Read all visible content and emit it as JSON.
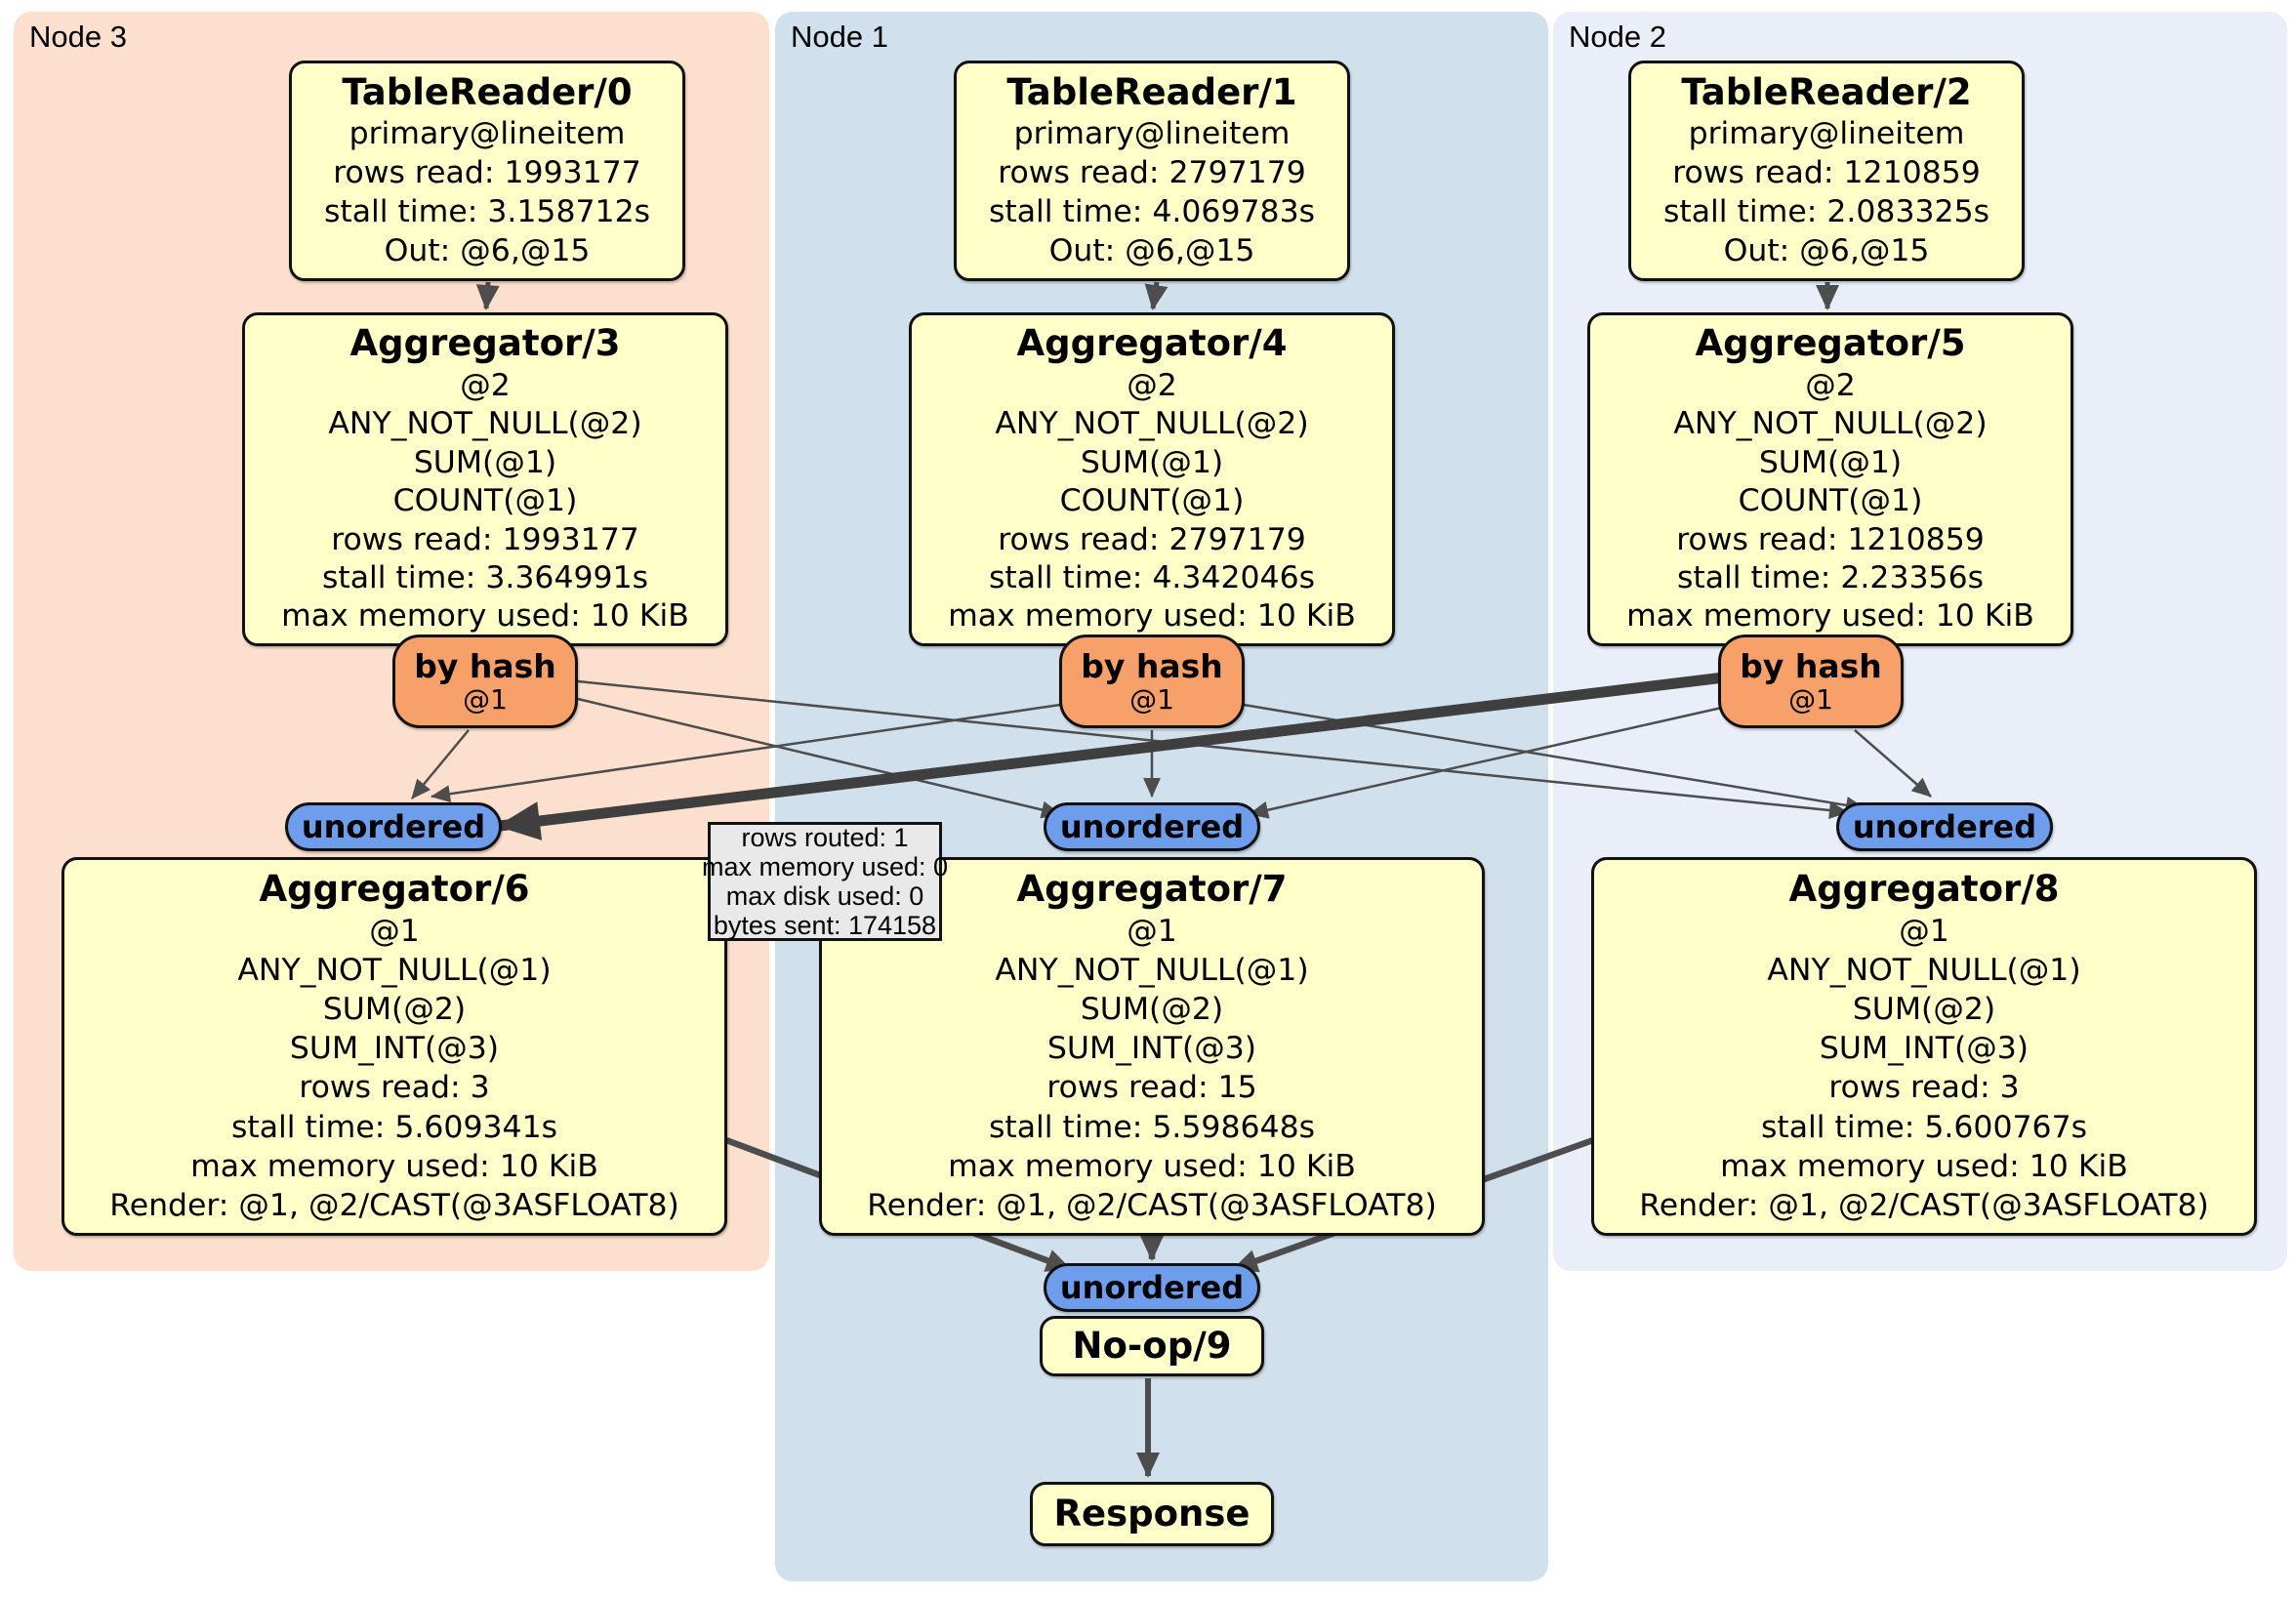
{
  "panels": {
    "node3": {
      "label": "Node 3"
    },
    "node1": {
      "label": "Node 1"
    },
    "node2": {
      "label": "Node 2"
    }
  },
  "nodes": {
    "tablereader0": {
      "title": "TableReader/0",
      "lines": [
        "primary@lineitem",
        "rows read: 1993177",
        "stall time: 3.158712s",
        "Out: @6,@15"
      ]
    },
    "tablereader1": {
      "title": "TableReader/1",
      "lines": [
        "primary@lineitem",
        "rows read: 2797179",
        "stall time: 4.069783s",
        "Out: @6,@15"
      ]
    },
    "tablereader2": {
      "title": "TableReader/2",
      "lines": [
        "primary@lineitem",
        "rows read: 1210859",
        "stall time: 2.083325s",
        "Out: @6,@15"
      ]
    },
    "aggregator3": {
      "title": "Aggregator/3",
      "lines": [
        "@2",
        "ANY_NOT_NULL(@2)",
        "SUM(@1)",
        "COUNT(@1)",
        "rows read: 1993177",
        "stall time: 3.364991s",
        "max memory used: 10 KiB"
      ]
    },
    "aggregator4": {
      "title": "Aggregator/4",
      "lines": [
        "@2",
        "ANY_NOT_NULL(@2)",
        "SUM(@1)",
        "COUNT(@1)",
        "rows read: 2797179",
        "stall time: 4.342046s",
        "max memory used: 10 KiB"
      ]
    },
    "aggregator5": {
      "title": "Aggregator/5",
      "lines": [
        "@2",
        "ANY_NOT_NULL(@2)",
        "SUM(@1)",
        "COUNT(@1)",
        "rows read: 1210859",
        "stall time: 2.23356s",
        "max memory used: 10 KiB"
      ]
    },
    "aggregator6": {
      "title": "Aggregator/6",
      "lines": [
        "@1",
        "ANY_NOT_NULL(@1)",
        "SUM(@2)",
        "SUM_INT(@3)",
        "rows read: 3",
        "stall time: 5.609341s",
        "max memory used: 10 KiB",
        "Render: @1, @2/CAST(@3ASFLOAT8)"
      ]
    },
    "aggregator7": {
      "title": "Aggregator/7",
      "lines": [
        "@1",
        "ANY_NOT_NULL(@1)",
        "SUM(@2)",
        "SUM_INT(@3)",
        "rows read: 15",
        "stall time: 5.598648s",
        "max memory used: 10 KiB",
        "Render: @1, @2/CAST(@3ASFLOAT8)"
      ]
    },
    "aggregator8": {
      "title": "Aggregator/8",
      "lines": [
        "@1",
        "ANY_NOT_NULL(@1)",
        "SUM(@2)",
        "SUM_INT(@3)",
        "rows read: 3",
        "stall time: 5.600767s",
        "max memory used: 10 KiB",
        "Render: @1, @2/CAST(@3ASFLOAT8)"
      ]
    },
    "noop": {
      "title": "No-op/9"
    },
    "response": {
      "title": "Response"
    }
  },
  "routers": {
    "hash3": {
      "label": "by hash",
      "detail": "@1"
    },
    "hash4": {
      "label": "by hash",
      "detail": "@1"
    },
    "hash5": {
      "label": "by hash",
      "detail": "@1"
    }
  },
  "streams": {
    "unordered3": {
      "label": "unordered"
    },
    "unordered1": {
      "label": "unordered"
    },
    "unordered2": {
      "label": "unordered"
    },
    "unorderedFinal": {
      "label": "unordered"
    }
  },
  "tooltip": {
    "lines": [
      "rows routed: 1",
      "max memory used: 0",
      "max disk used: 0",
      "bytes sent: 174158"
    ]
  },
  "colors": {
    "panel_node3": "#FCE0CD",
    "panel_node1": "#D0E0ED",
    "panel_node2": "#E9EEF8",
    "process_box": "#FFFFC9",
    "router": "#F8A069",
    "stream": "#6E9EEB",
    "edge": "#4d4d4d",
    "tooltip_bg": "#E9E9E9"
  }
}
